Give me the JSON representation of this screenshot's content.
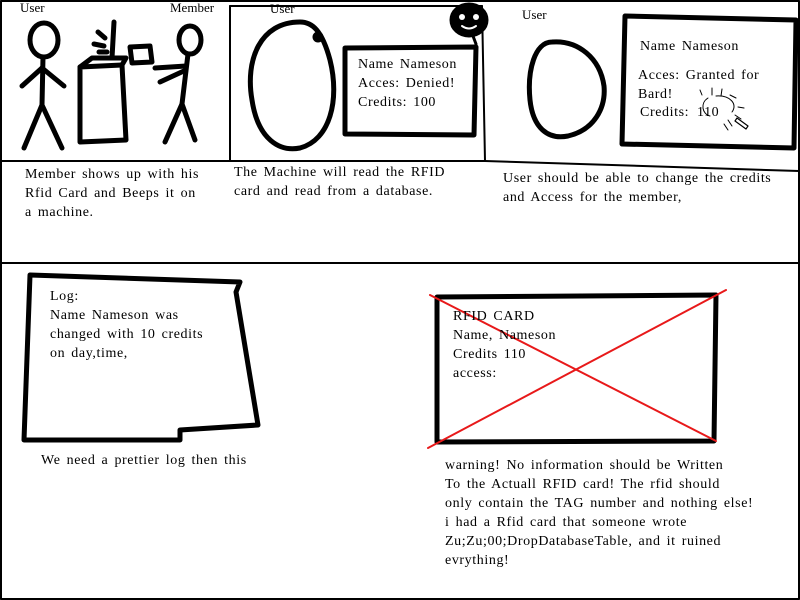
{
  "storyboard": {
    "panel1": {
      "label_left": "User",
      "label_right": "Member",
      "caption": "Member shows up with his\nRfid Card and Beeps it on\na machine."
    },
    "panel2": {
      "label": "User",
      "screen_lines": [
        "Name Nameson",
        "Acces: Denied!",
        "Credits: 100"
      ],
      "caption": "The Machine will read the RFID\ncard and read from a database."
    },
    "panel3": {
      "label": "User",
      "screen_lines": [
        "Name Nameson",
        "Acces: Granted for\nBard!",
        "Credits:",
        "110"
      ],
      "caption": "User should be able to change the credits\nand Access for the member,"
    },
    "panel4": {
      "log_lines": [
        "Log:",
        "Name Nameson was\nchanged with 10 credits\non day,time,"
      ],
      "caption": "We need a prettier log then this"
    },
    "panel5": {
      "card_lines": [
        "RFID CARD",
        "Name, Nameson",
        "Credits 110",
        "access:"
      ],
      "warning": "warning! No information should be Written\nTo the Actuall RFID card! The rfid should\nonly contain the TAG number and nothing else!\ni had a Rfid card that someone wrote\nZu;Zu;00;DropDatabaseTable, and it ruined\nevrything!"
    }
  }
}
